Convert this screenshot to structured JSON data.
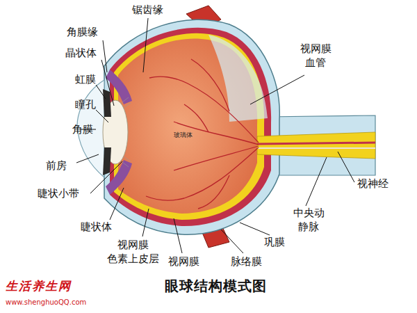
{
  "diagram": {
    "title": "眼球结构模式图",
    "labels": [
      "锯齿缘",
      "角膜缘",
      "晶状体",
      "虹膜",
      "瞳孔",
      "角膜",
      "前房",
      "睫状小带",
      "睫状体",
      "视网膜 色素上皮层",
      "视网膜",
      "脉络膜",
      "巩膜",
      "中央动 静脉",
      "视神经",
      "视网膜 血管",
      "玻璃体",
      "生活养生网",
      "www.shenghuoQQ.com"
    ]
  }
}
